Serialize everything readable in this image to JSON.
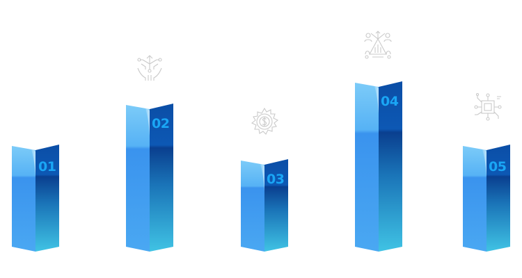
{
  "infographic": {
    "type": "3d-bar-steps",
    "colors": {
      "left_face_top": "#6cc4f7",
      "left_face": "#3b95ee",
      "right_face_top": "#0a4fa8",
      "right_face_bottom": "#3fc0e3",
      "number": "#1aa6f5",
      "icon_stroke": "#c9c9c9"
    },
    "steps": [
      {
        "label": "01",
        "icon": "lightbulb-network-icon",
        "has_icon": false
      },
      {
        "label": "02",
        "icon": "hands-network-arrows-icon",
        "has_icon": true
      },
      {
        "label": "03",
        "icon": "dollar-gear-icon",
        "has_icon": true
      },
      {
        "label": "04",
        "icon": "people-growth-chart-icon",
        "has_icon": true
      },
      {
        "label": "05",
        "icon": "circuit-chip-icon",
        "has_icon": true
      }
    ]
  }
}
